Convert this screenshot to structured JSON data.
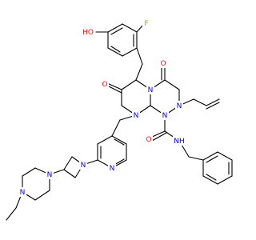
{
  "structure": {
    "atoms": [
      {
        "id": "ho",
        "text": "HO",
        "color": "#ff0d0d"
      },
      {
        "id": "f",
        "text": "F",
        "color": "#7fbf00"
      },
      {
        "id": "o_top",
        "text": "O",
        "color": "#ff0d0d"
      },
      {
        "id": "o_left",
        "text": "O",
        "color": "#ff0d0d"
      },
      {
        "id": "o_amide",
        "text": "O",
        "color": "#ff0d0d"
      },
      {
        "id": "n_ring_a",
        "text": "N",
        "color": "#0000ff"
      },
      {
        "id": "n_ring_b",
        "text": "N",
        "color": "#0000ff"
      },
      {
        "id": "n_ring_c",
        "text": "N",
        "color": "#0000ff"
      },
      {
        "id": "n_allyl",
        "text": "N",
        "color": "#0000ff"
      },
      {
        "id": "nh",
        "text": "NH",
        "color": "#0000ff"
      },
      {
        "id": "n_pyridine",
        "text": "N",
        "color": "#0000ff"
      },
      {
        "id": "n_azetidine",
        "text": "N",
        "color": "#0000ff"
      },
      {
        "id": "n_pip_top",
        "text": "N",
        "color": "#0000ff"
      },
      {
        "id": "n_pip_bottom",
        "text": "N",
        "color": "#0000ff"
      }
    ]
  }
}
